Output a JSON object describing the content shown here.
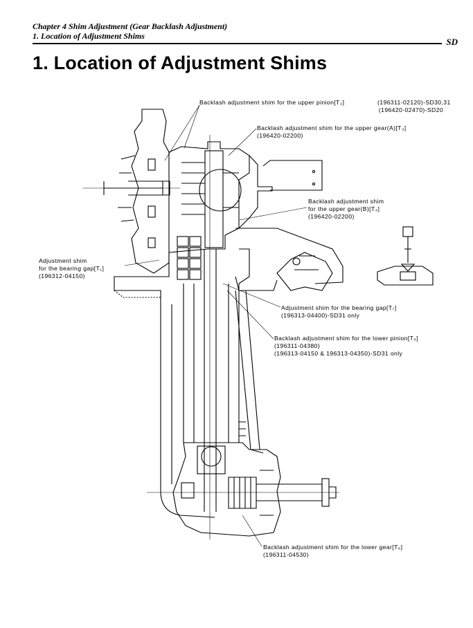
{
  "header": {
    "chapter": "Chapter 4 Shim Adjustment (Gear Backlash Adjustment)",
    "section": "1. Location of Adjustment Shims",
    "model": "SD"
  },
  "title": "1. Location of Adjustment Shims",
  "labels": {
    "t2": {
      "line1": "Backlash adjustment shim for the upper pinion[T₂]",
      "part1": "(196311-02120)-SD30,31",
      "part2": "(196420-02470)-SD20"
    },
    "t3": {
      "line1": "Backlash adjustment shim for the upper gear(A)[T₃]",
      "part1": "(196420-02200)"
    },
    "t4": {
      "line1": "Backlash adjustment shim",
      "line2": "for the upper gear(B)[T₄]",
      "part1": "(196420-02200)"
    },
    "t1": {
      "line1": "Adjustment shim",
      "line2": "for the bearing gap[T₁]",
      "part1": "(196312-04150)"
    },
    "t7": {
      "line1": "Adjustment shim for the bearing gap[T₇]",
      "part1": "(196313-04400)-SD31 only"
    },
    "t5": {
      "line1": "Backlash adjustment shim for the lower pinion[T₅]",
      "part1": "(196311-04380)",
      "part2": "(196313-04150 & 196313-04350)-SD31 only"
    },
    "t6": {
      "line1": "Backlash adjustment shim for the lower gear[T₆]",
      "part1": "(196311-04530)"
    }
  }
}
